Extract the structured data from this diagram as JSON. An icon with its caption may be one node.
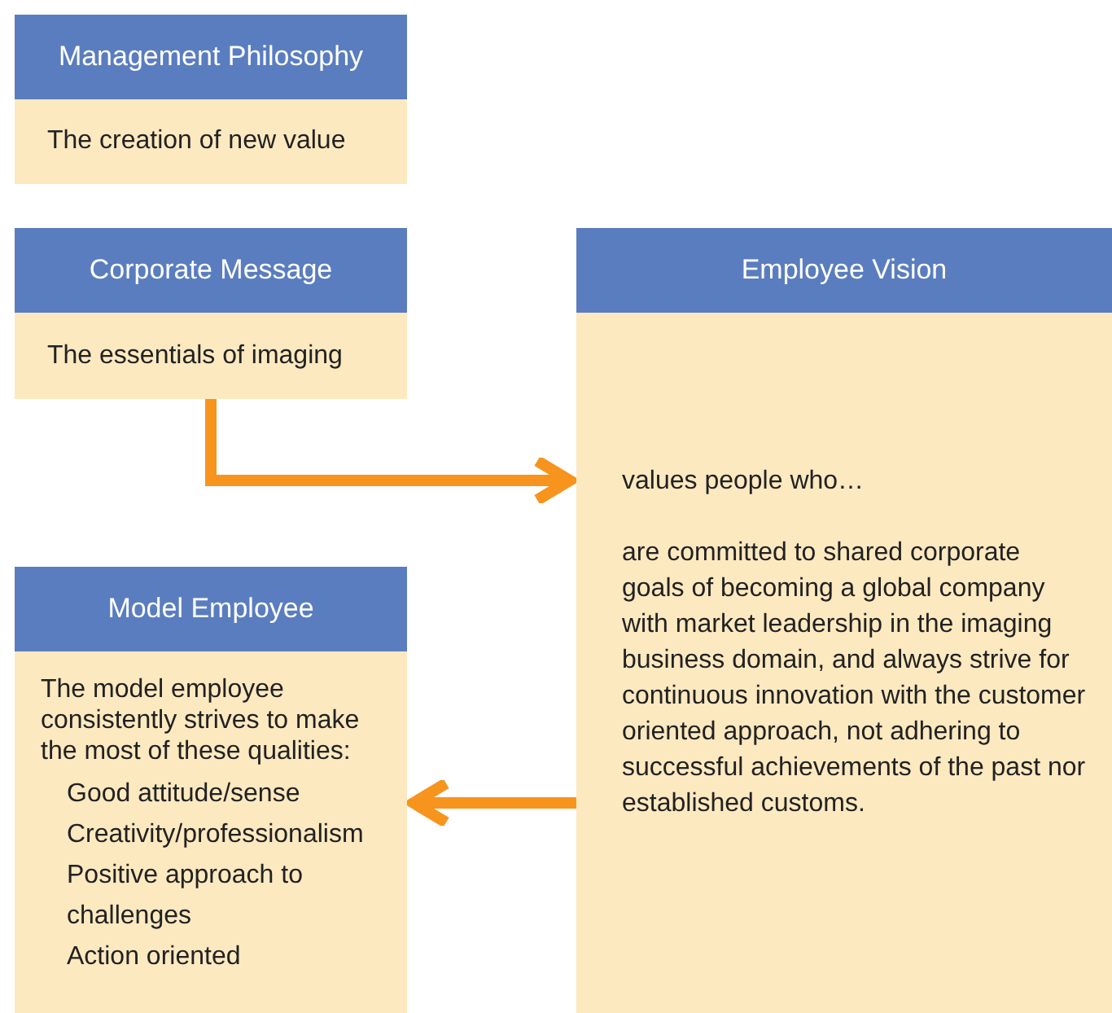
{
  "diagram": {
    "nodes": [
      {
        "text": [
          "Management Philosophy",
          "The creation of new value"
        ]
      },
      {
        "text": [
          "Corporate Message",
          "The essentials of imaging"
        ]
      },
      {
        "text": [
          "Employee Vision",
          "values people who…",
          "are committed to shared corporate goals of becoming a global company with market leadership in the imaging business domain, and always strive for continuous innovation with the customer oriented approach, not adhering to successful achievements of the past nor established customs."
        ]
      },
      {
        "text": [
          "Model Employee",
          "The model employee consistently strives to make the most of these qualities:",
          "Good attitude/sense",
          "Creativity/professionalism",
          "Positive approach to challenges",
          "Action oriented"
        ]
      }
    ],
    "edges": [
      {
        "from": 1,
        "to": 2,
        "arrow": "to"
      },
      {
        "from": 2,
        "to": 3,
        "arrow": "to"
      }
    ]
  }
}
